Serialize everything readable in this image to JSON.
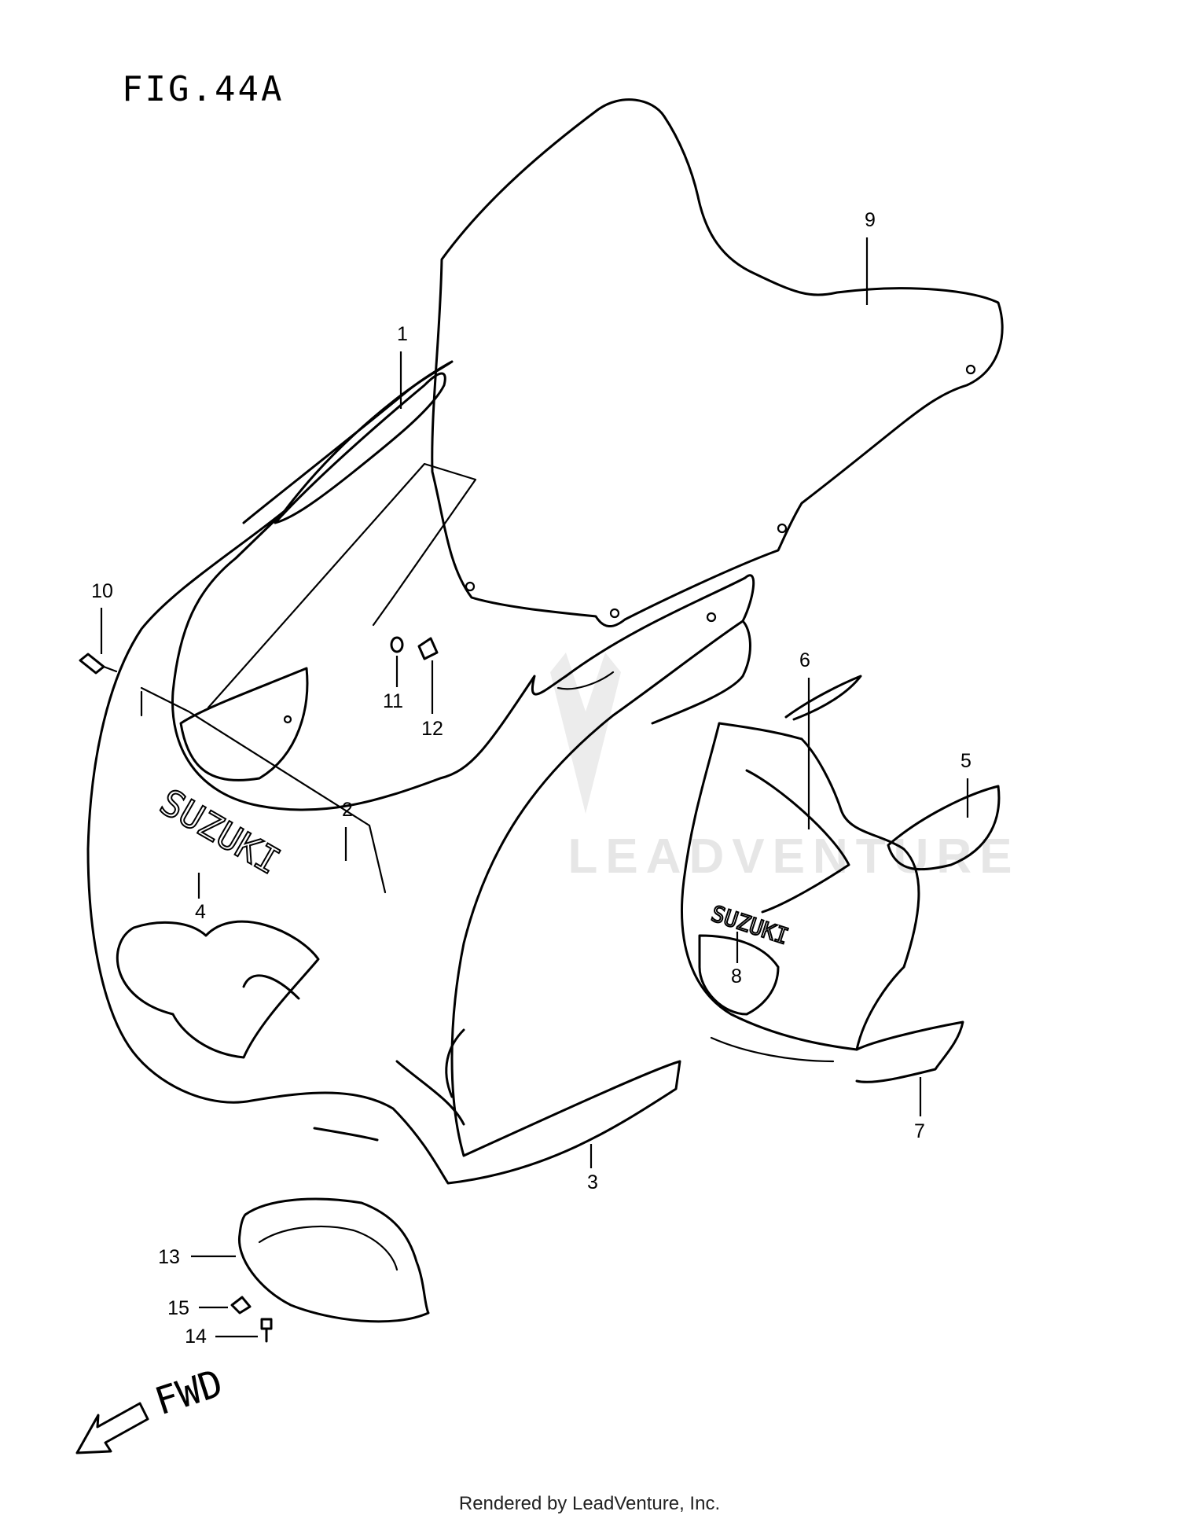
{
  "figure": {
    "title": "FIG.44A"
  },
  "watermark": "LEADVENTURE",
  "direction_label": "FWD",
  "brand_marks": [
    "SUZUKI",
    "SUZUKI"
  ],
  "callouts": [
    "1",
    "2",
    "3",
    "4",
    "5",
    "6",
    "7",
    "8",
    "9",
    "10",
    "11",
    "12",
    "13",
    "14",
    "15"
  ],
  "footer": "Rendered by LeadVenture, Inc."
}
